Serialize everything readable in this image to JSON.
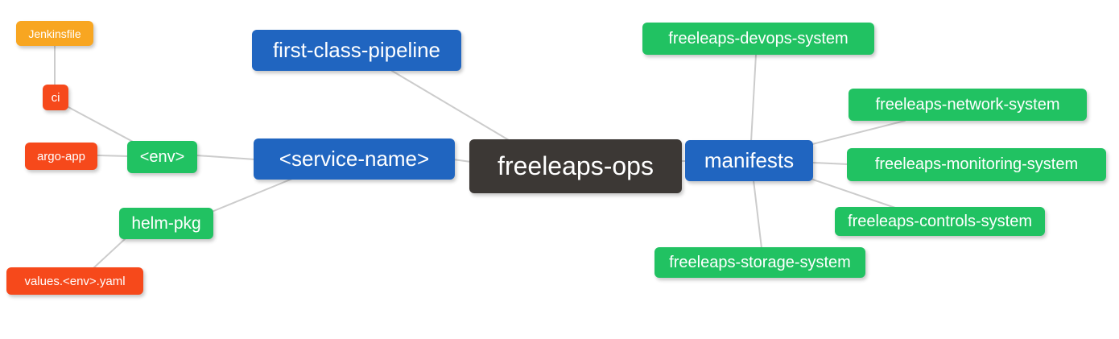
{
  "colors": {
    "node_blue": "#2065c0",
    "node_green": "#21c262",
    "node_dark": "#3c3835",
    "node_red": "#f6491b",
    "node_orange": "#f8a621",
    "edge_gray": "#cccccc",
    "node_text": "#ffffff",
    "background": "#ffffff"
  },
  "nodes": [
    {
      "label": "Jenkinsfile",
      "color": "#f8a621"
    },
    {
      "label": "ci",
      "color": "#f6491b"
    },
    {
      "label": "argo-app",
      "color": "#f6491b"
    },
    {
      "label": "<env>",
      "color": "#21c262"
    },
    {
      "label": "helm-pkg",
      "color": "#21c262"
    },
    {
      "label": "values.<env>.yaml",
      "color": "#f6491b"
    },
    {
      "label": "first-class-pipeline",
      "color": "#2065c0"
    },
    {
      "label": "<service-name>",
      "color": "#2065c0"
    },
    {
      "label": "freeleaps-ops",
      "color": "#3c3835"
    },
    {
      "label": "manifests",
      "color": "#2065c0"
    },
    {
      "label": "freeleaps-devops-system",
      "color": "#21c262"
    },
    {
      "label": "freeleaps-network-system",
      "color": "#21c262"
    },
    {
      "label": "freeleaps-monitoring-system",
      "color": "#21c262"
    },
    {
      "label": "freeleaps-controls-system",
      "color": "#21c262"
    },
    {
      "label": "freeleaps-storage-system",
      "color": "#21c262"
    }
  ],
  "edges": [
    {
      "from": "Jenkinsfile",
      "to": "ci"
    },
    {
      "from": "ci",
      "to": "<env>"
    },
    {
      "from": "argo-app",
      "to": "<env>"
    },
    {
      "from": "<env>",
      "to": "<service-name>"
    },
    {
      "from": "helm-pkg",
      "to": "<service-name>"
    },
    {
      "from": "values.<env>.yaml",
      "to": "helm-pkg"
    },
    {
      "from": "<service-name>",
      "to": "freeleaps-ops"
    },
    {
      "from": "first-class-pipeline",
      "to": "freeleaps-ops"
    },
    {
      "from": "freeleaps-ops",
      "to": "manifests"
    },
    {
      "from": "freeleaps-devops-system",
      "to": "manifests"
    },
    {
      "from": "manifests",
      "to": "freeleaps-network-system"
    },
    {
      "from": "manifests",
      "to": "freeleaps-monitoring-system"
    },
    {
      "from": "manifests",
      "to": "freeleaps-controls-system"
    },
    {
      "from": "manifests",
      "to": "freeleaps-storage-system"
    }
  ]
}
